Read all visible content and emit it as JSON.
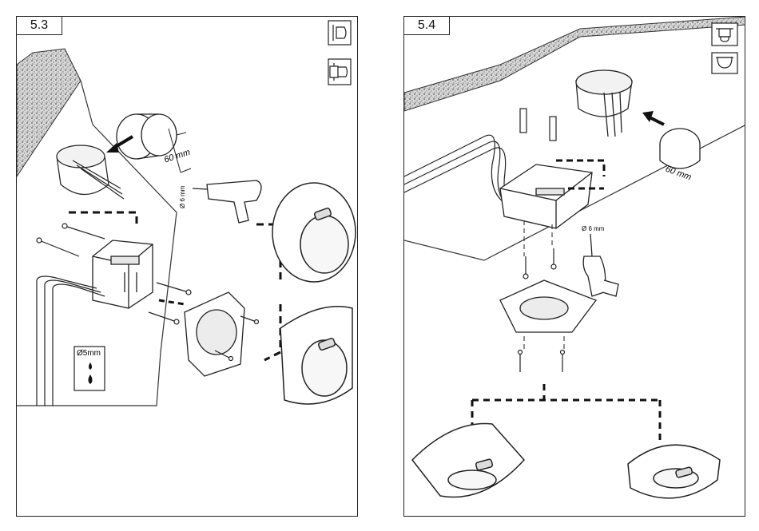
{
  "left_panel": {
    "step": "5.3",
    "depth_label": "60 mm",
    "drill_label": "Ø 6 mm",
    "hole_label": "Ø5mm",
    "icons": [
      "wall-mount-icon",
      "flush-mount-icon"
    ]
  },
  "right_panel": {
    "step": "5.4",
    "depth_label": "60 mm",
    "drill_label": "Ø 6 mm",
    "icons": [
      "ceiling-flush-mount-icon",
      "ceiling-surface-mount-icon"
    ]
  },
  "colors": {
    "line": "#222222",
    "paper": "#ffffff",
    "concrete": "#9a9a9a",
    "shade": "#e6e6e6"
  }
}
